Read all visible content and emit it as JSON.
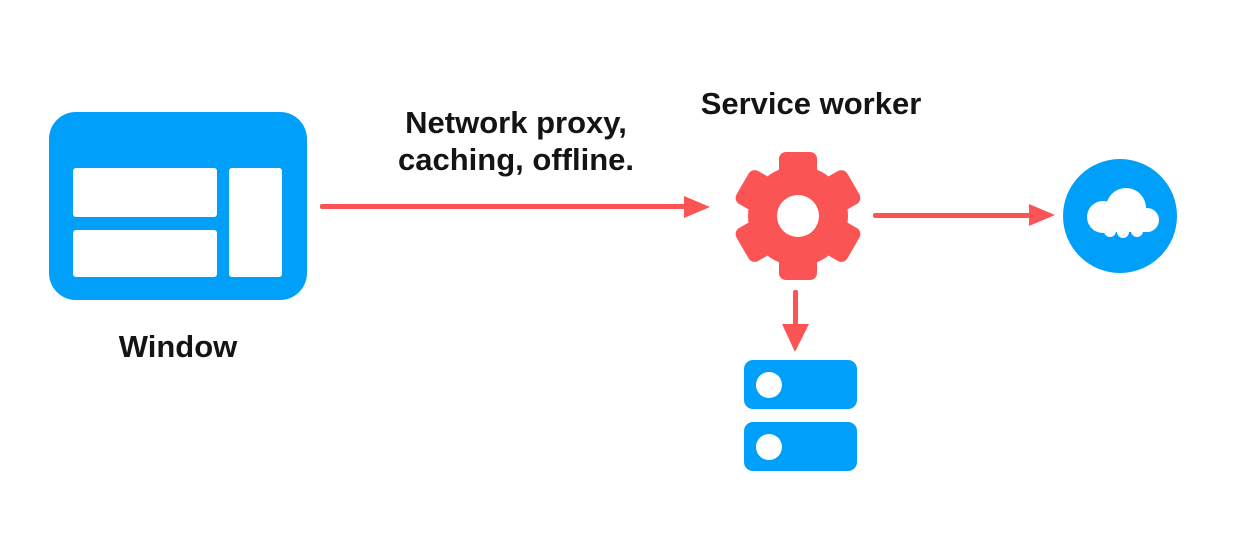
{
  "colors": {
    "blue": "#00A0FA",
    "red": "#FB5454",
    "text": "#141414",
    "background": "#FFFFFF"
  },
  "diagram": {
    "window": {
      "label": "Window",
      "icon": "browser-window-icon"
    },
    "service_worker": {
      "label": "Service worker",
      "icon": "gear-icon"
    },
    "network": {
      "icon": "cloud-icon"
    },
    "storage": {
      "icon": "database-icon"
    },
    "edge_window_to_service_worker": {
      "label": "Network proxy,\ncaching, offline."
    }
  }
}
